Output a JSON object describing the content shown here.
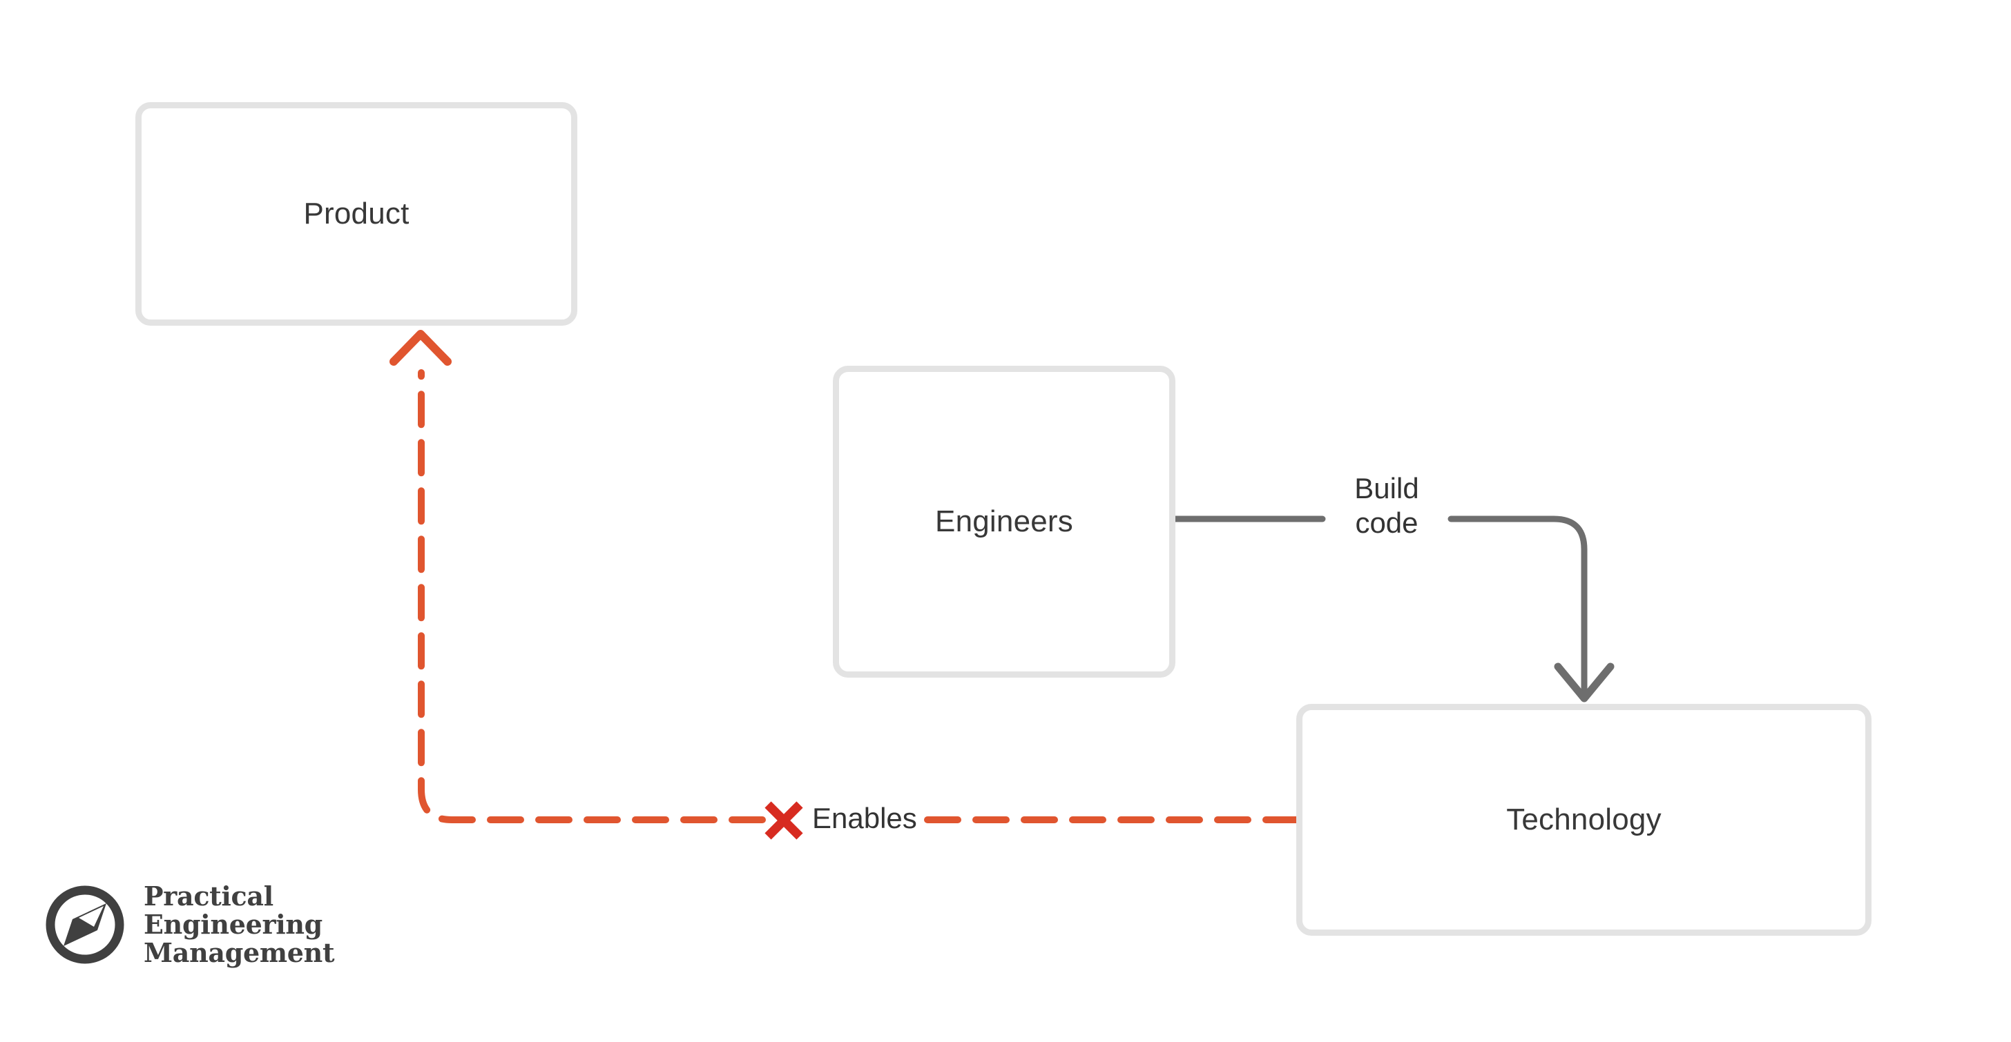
{
  "diagram": {
    "title": "Product / Engineers / Technology relationship diagram",
    "background_color": "#ffffff",
    "nodes": [
      {
        "id": "product",
        "label": "Product",
        "border_color": "#e3e3e3",
        "text_color": "#383838"
      },
      {
        "id": "engineers",
        "label": "Engineers",
        "border_color": "#e3e3e3",
        "text_color": "#383838"
      },
      {
        "id": "technology",
        "label": "Technology",
        "border_color": "#e3e3e3",
        "text_color": "#383838"
      }
    ],
    "edges": [
      {
        "id": "build-code",
        "from": "engineers",
        "to": "technology",
        "label": "Build\ncode",
        "style": "solid",
        "color": "#6e6e6e",
        "arrow": "down-chevron",
        "blocked": false
      },
      {
        "id": "enables",
        "from": "technology",
        "to": "product",
        "label": "Enables",
        "style": "dashed",
        "color": "#e0552f",
        "arrow": "up-chevron",
        "blocked": true,
        "blocked_marker": "x-mark",
        "blocked_marker_color": "#d72b20"
      }
    ]
  },
  "brand": {
    "icon": "compass-icon",
    "name": "Practical\nEngineering\nManagement",
    "color": "#404040"
  }
}
